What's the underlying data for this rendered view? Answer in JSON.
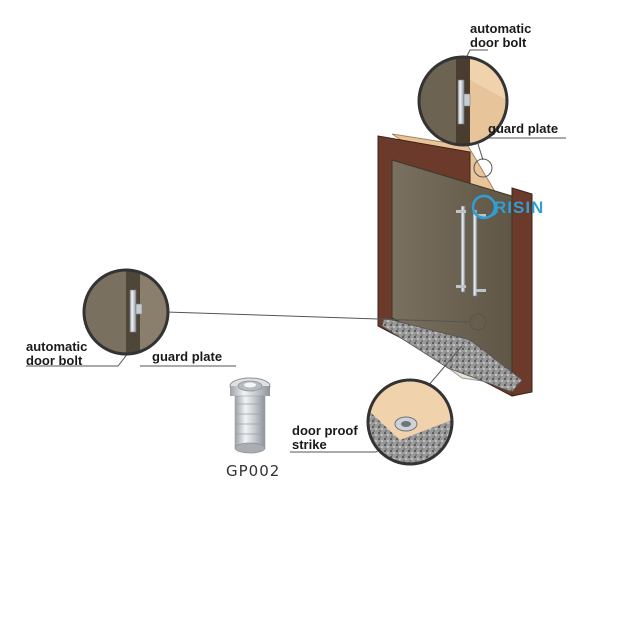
{
  "brand": {
    "text": "RISIN",
    "color": "#2f9fd6"
  },
  "callouts": {
    "top_bolt": {
      "line1": "automatic",
      "line2": "door bolt"
    },
    "top_guard": {
      "text": "guard plate"
    },
    "left_bolt": {
      "line1": "automatic",
      "line2": "door bolt"
    },
    "left_guard": {
      "text": "guard plate"
    },
    "strike": {
      "line1": "door proof",
      "line2": "strike"
    }
  },
  "product": {
    "model": "GP002"
  },
  "colors": {
    "door_frame": "#6b3a2a",
    "door_leaf": "#6d6352",
    "wood_side": "#e8c49a",
    "floor": "#f3dfc3",
    "granite": "#8a8a8a",
    "steel": "#c8ccd0"
  }
}
